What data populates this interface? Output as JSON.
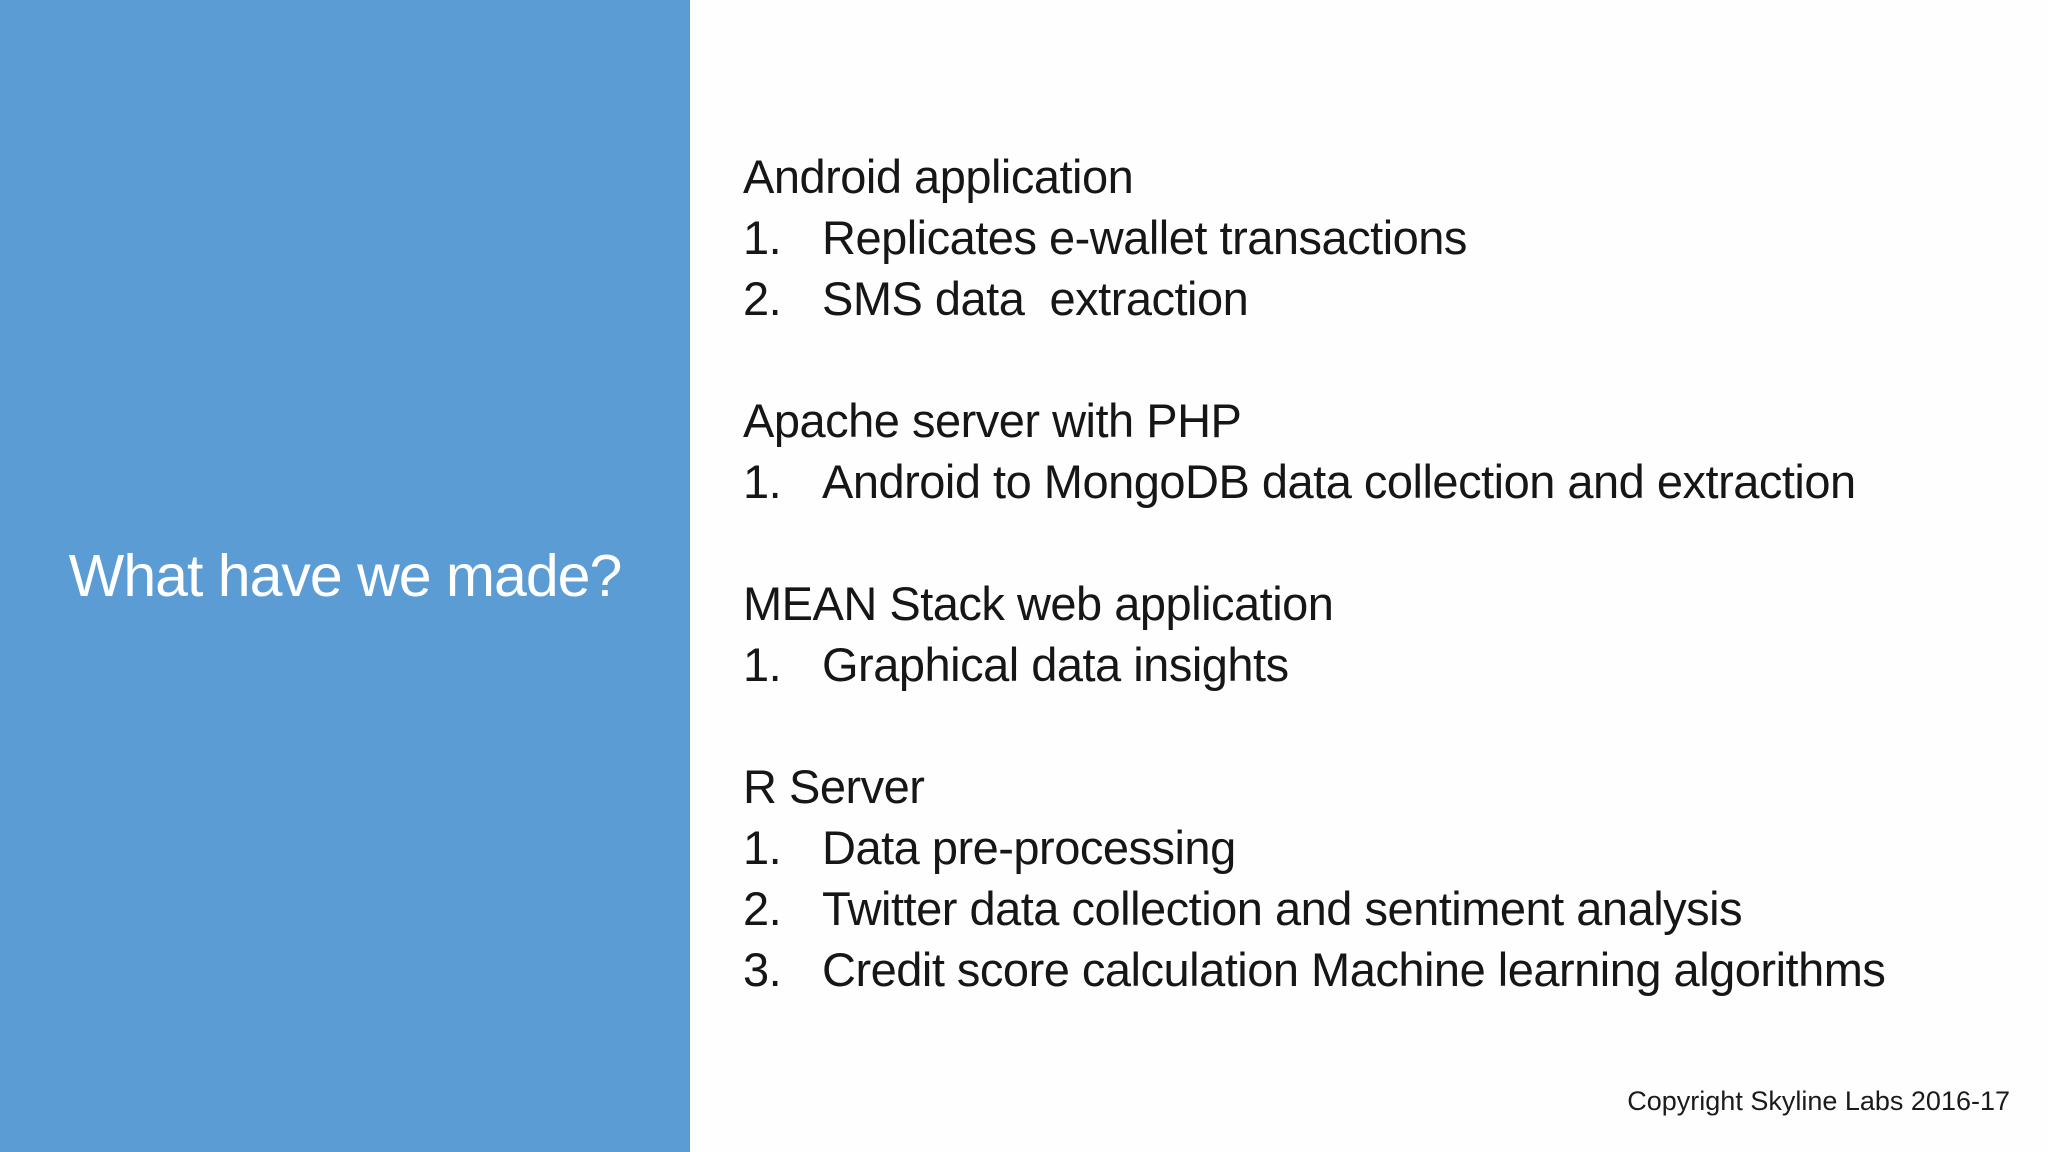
{
  "slide": {
    "title": "What have we made?",
    "sections": [
      {
        "heading": "Android application",
        "items": [
          "Replicates e-wallet transactions",
          "SMS data  extraction"
        ]
      },
      {
        "heading": "Apache server with PHP",
        "items": [
          "Android to MongoDB data collection and extraction"
        ]
      },
      {
        "heading": "MEAN Stack web application",
        "items": [
          "Graphical data insights"
        ]
      },
      {
        "heading": "R Server",
        "items": [
          "Data pre-processing",
          "Twitter data collection and sentiment analysis",
          "Credit score calculation Machine learning algorithms"
        ]
      }
    ],
    "footer": "Copyright Skyline Labs 2016-17",
    "colors": {
      "sidebar_bg": "#5b9cd5",
      "slide_bg": "#fefefe",
      "body_text": "#161616",
      "title_text": "#ffffff"
    }
  }
}
